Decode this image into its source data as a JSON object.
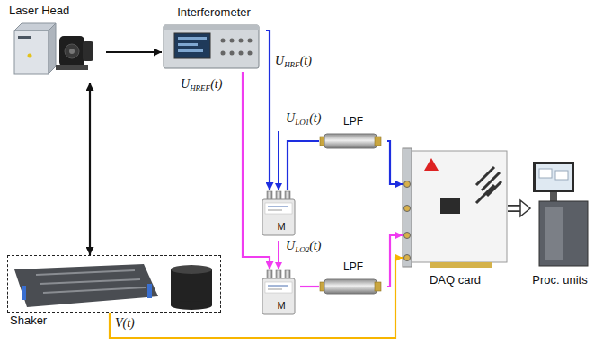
{
  "diagram": {
    "nodes": [
      {
        "text": [
          "Laser Head"
        ]
      },
      {
        "text": [
          "Interferometer"
        ]
      },
      {
        "text": [
          "M"
        ]
      },
      {
        "text": [
          "LPF"
        ]
      },
      {
        "text": [
          "DAQ card"
        ]
      },
      {
        "text": [
          "Proc. units"
        ]
      },
      {
        "text": [
          "M"
        ]
      },
      {
        "text": [
          "LPF"
        ]
      },
      {
        "text": [
          "Shaker"
        ]
      }
    ],
    "edges": [
      {
        "from": 0,
        "to": 1,
        "arrow": "to"
      },
      {
        "from": 0,
        "to": 8,
        "arrow": "both"
      },
      {
        "from": 1,
        "to": 2,
        "arrow": "to"
      },
      {
        "from": 1,
        "to": 6,
        "arrow": "to"
      },
      {
        "from": 2,
        "to": 3,
        "arrow": "none"
      },
      {
        "from": 3,
        "to": 4,
        "arrow": "to"
      },
      {
        "from": 6,
        "to": 7,
        "arrow": "none"
      },
      {
        "from": 7,
        "to": 4,
        "arrow": "to"
      },
      {
        "from": 8,
        "to": 4,
        "arrow": "to"
      },
      {
        "from": 4,
        "to": 5,
        "arrow": "to"
      }
    ],
    "labels": [
      "UHRF(t)",
      "UHREF(t)",
      "ULO1(t)",
      "ULO2(t)",
      "V(t)"
    ]
  }
}
